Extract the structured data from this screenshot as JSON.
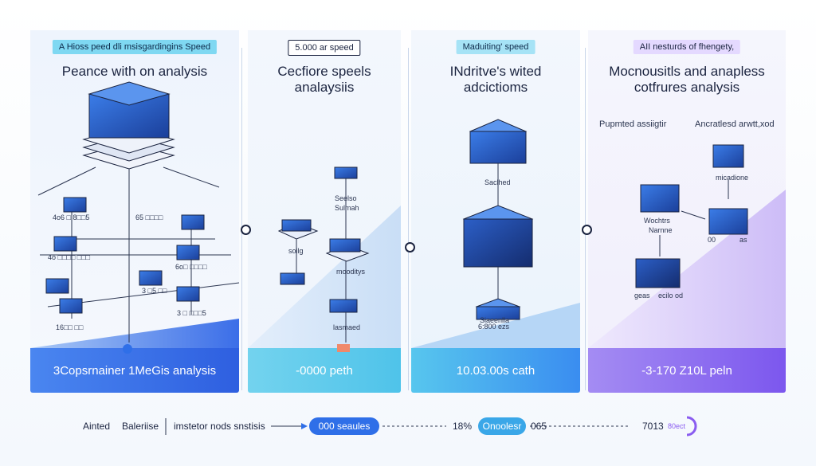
{
  "panels": [
    {
      "tag": "A Hioss peed dli msisgardingins Speed",
      "title_lines": [
        "Peance with on analysis"
      ],
      "bar": "3Copsrnainer 1MeGis analysis"
    },
    {
      "tag": "5.000 ar speed",
      "title_lines": [
        "Cecfiore speels",
        "analaysiis"
      ],
      "bar": "-0000 peth"
    },
    {
      "tag": "Maduiting' speed",
      "title_lines": [
        "INdritve's wited",
        "adcictioms"
      ],
      "bar": "10.03.00s cath"
    },
    {
      "tag": "AII nesturds of fhengety,",
      "title_lines": [
        "Mocnousitls and anapless",
        "cotfrures analysis"
      ],
      "bar": "-3-170 Z10L peln"
    }
  ],
  "labels": {
    "p1": [
      "4o6 □ 8□□5",
      "65 □□□□",
      "4o □□□□ □□□",
      "6o□ □□□□",
      "3 □5 □□",
      "16□□ □□",
      "3 □ □□□5"
    ],
    "p2": [
      "Seelso",
      "Sulmah",
      "soilg",
      "mooditys",
      "lasmaed"
    ],
    "p3": [
      "Saclhed",
      "Siaeenlla",
      "6:800 ezs"
    ],
    "p4": [
      "Pupmted assiigtir",
      "Ancratlesd arwtt,xod",
      "micadione",
      "Wochtrs",
      "Narnne",
      "00",
      "as",
      "geas",
      "ecilo od"
    ]
  },
  "bottom": {
    "left_1": "Ainted",
    "left_2": "Baleriise",
    "left_3": "imstetor nods snstisis",
    "pill_1": "000 seaules",
    "mid": "18%",
    "pill_2": "Onoolesr",
    "mid_2": "065",
    "right": "7013",
    "right_small": "80ect"
  },
  "colors": {
    "accent_blue": "#2f6fe8",
    "cyan": "#4fc3ea",
    "purple": "#8a5cf0",
    "tag_1": "#7fd8f2",
    "tag_2": "#ffffff",
    "tag_3": "#a6e3f6",
    "tag_4": "#e4d9ff"
  }
}
